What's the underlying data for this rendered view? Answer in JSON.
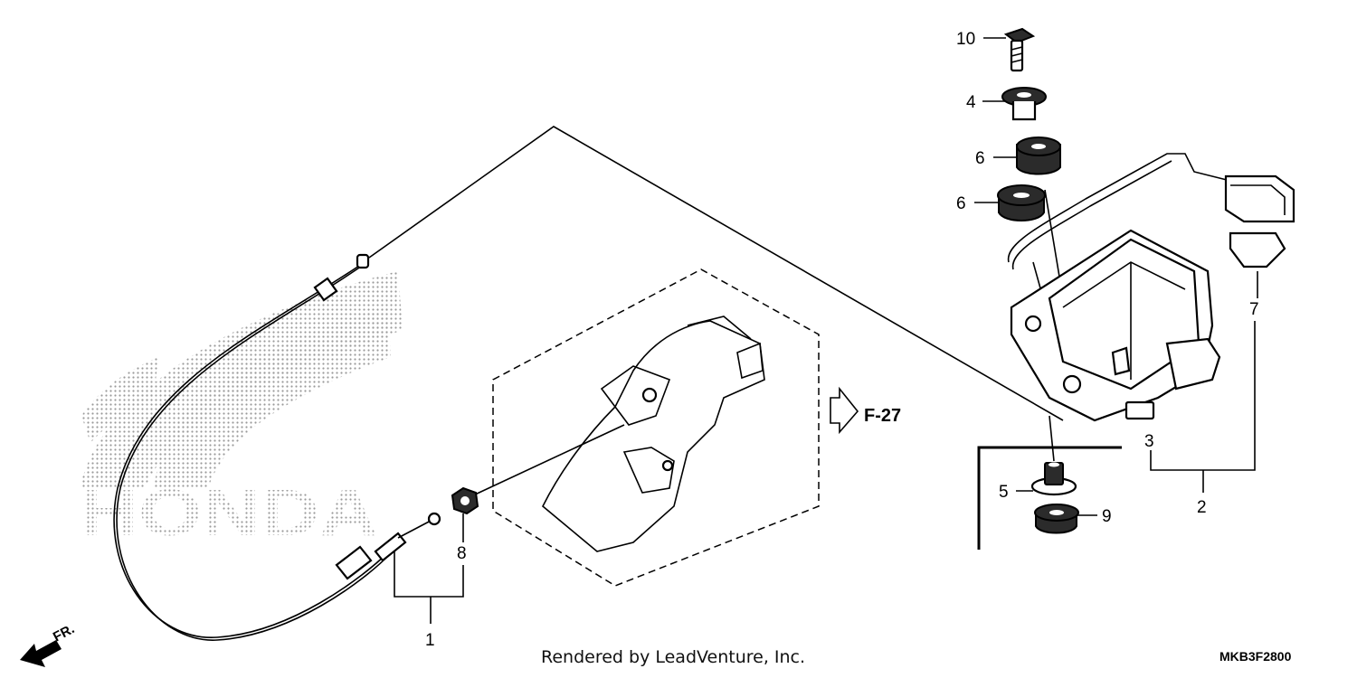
{
  "diagram": {
    "callouts": {
      "c1": "1",
      "c2": "2",
      "c3": "3",
      "c4": "4",
      "c5": "5",
      "c6a": "6",
      "c6b": "6",
      "c7": "7",
      "c8": "8",
      "c9": "9",
      "c10": "10"
    },
    "reference_label": "F-27",
    "direction_label": "FR.",
    "watermark_text": "HONDA",
    "footer_text": "Rendered by LeadVenture, Inc.",
    "diagram_code": "MKB3F2800"
  }
}
